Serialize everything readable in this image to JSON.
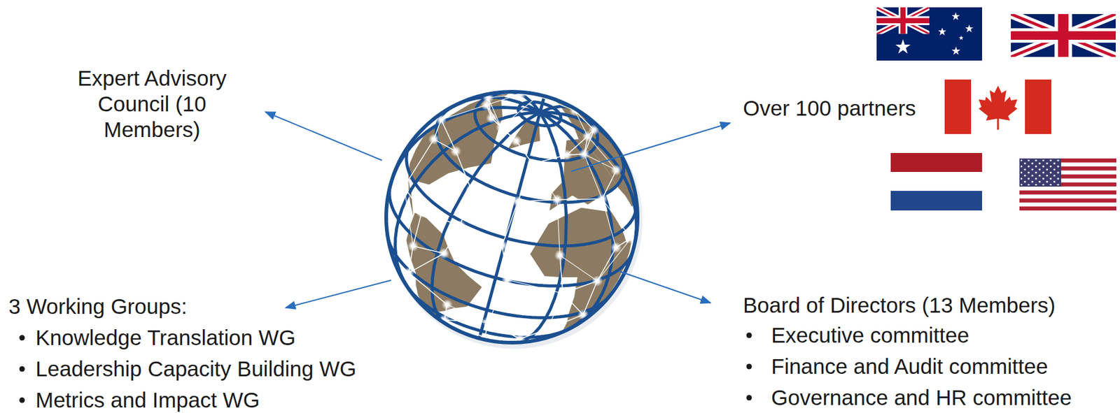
{
  "diagram": {
    "labels": [
      "Expert Advisory Council (10 Members)",
      "Over 100 partners",
      "3 Working Groups:",
      "Knowledge Translation WG",
      "Leadership Capacity Building WG",
      "Metrics and Impact WG",
      "Board of Directors (13 Members)",
      "Executive committee",
      "Finance and Audit committee",
      "Governance and HR committee"
    ]
  }
}
